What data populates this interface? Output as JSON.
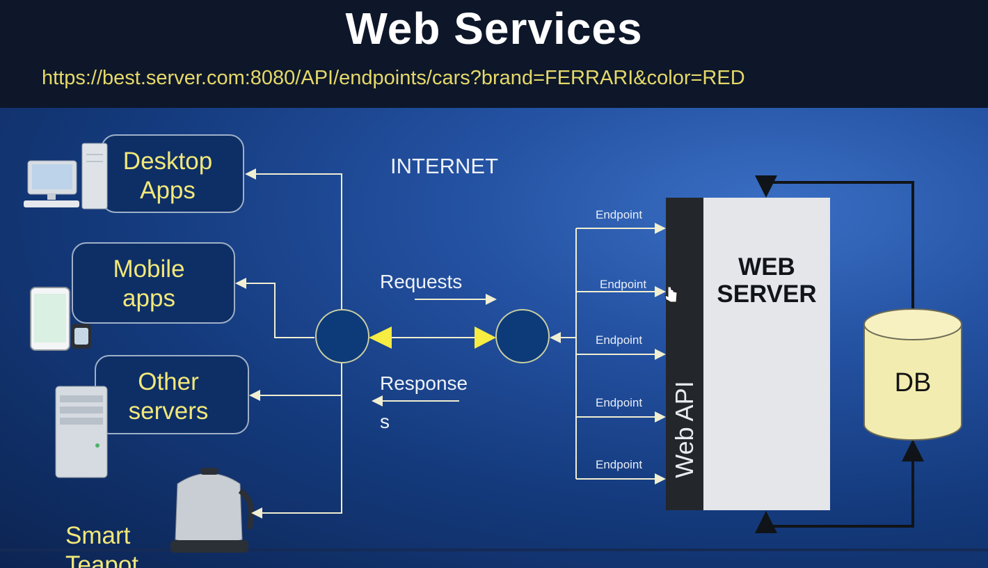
{
  "header": {
    "title": "Web Services",
    "url": "https://best.server.com:8080/API/endpoints/cars?brand=FERRARI&color=RED"
  },
  "clients": {
    "desktop_line1": "Desktop",
    "desktop_line2": "Apps",
    "mobile_line1": "Mobile",
    "mobile_line2": "apps",
    "servers_line1": "Other",
    "servers_line2": "servers",
    "teapot_line1": "Smart",
    "teapot_line2": "Teapot"
  },
  "network": {
    "internet": "INTERNET",
    "requests": "Requests",
    "responses_line1": "Response",
    "responses_line2": "s"
  },
  "server": {
    "web_api": "Web API",
    "web_server_line1": "WEB",
    "web_server_line2": "SERVER",
    "db": "DB",
    "endpoints": [
      "Endpoint",
      "Endpoint",
      "Endpoint",
      "Endpoint",
      "Endpoint"
    ]
  },
  "colors": {
    "accent_yellow": "#f2e87a",
    "node_fill": "#0d3a78",
    "db_fill": "#f3ecb0"
  }
}
